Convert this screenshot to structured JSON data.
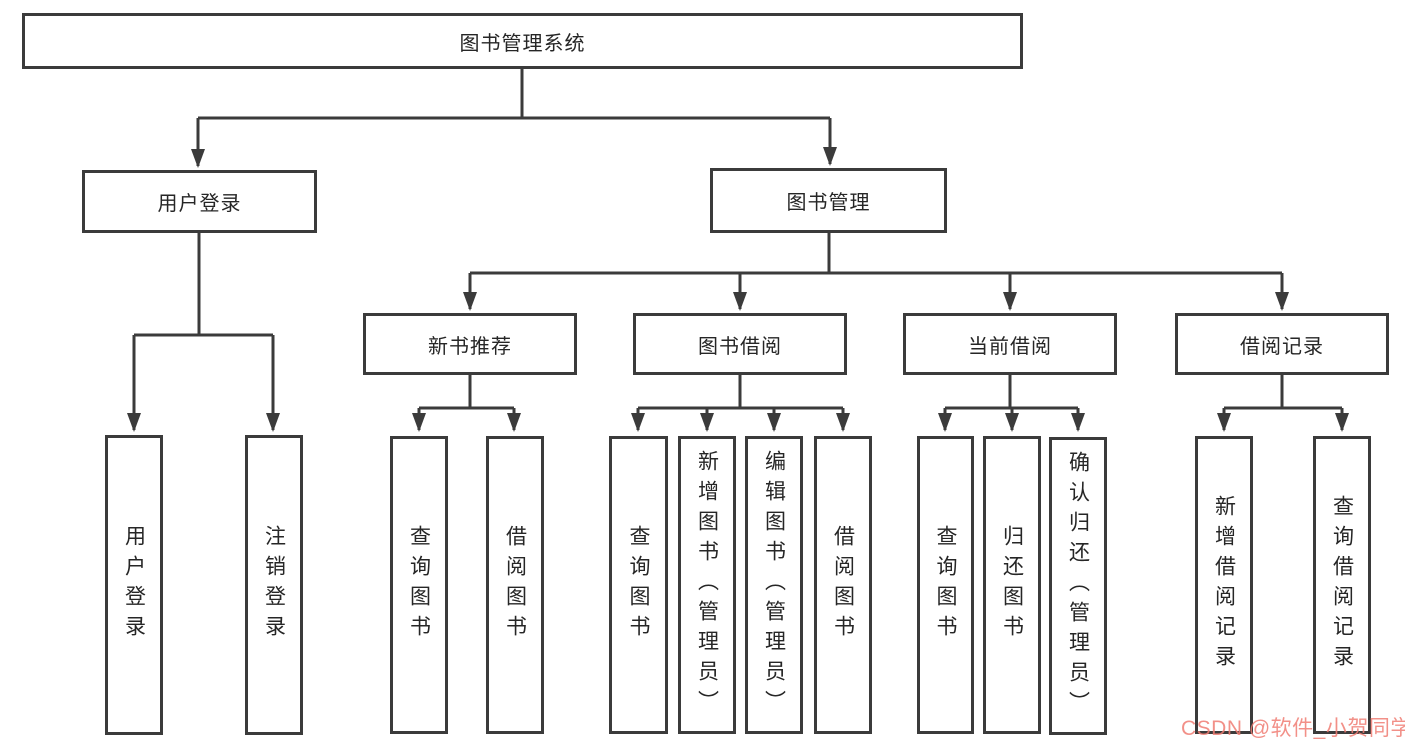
{
  "title": "图书管理系统",
  "branches": {
    "user_login": {
      "label": "用户登录",
      "children": [
        {
          "label": "用户登录"
        },
        {
          "label": "注销登录"
        }
      ]
    },
    "book_mgmt": {
      "label": "图书管理",
      "sections": [
        {
          "label": "新书推荐",
          "children": [
            {
              "label": "查询图书"
            },
            {
              "label": "借阅图书"
            }
          ]
        },
        {
          "label": "图书借阅",
          "children": [
            {
              "label": "查询图书"
            },
            {
              "label": "新增图书（管理员）"
            },
            {
              "label": "编辑图书（管理员）"
            },
            {
              "label": "借阅图书"
            }
          ]
        },
        {
          "label": "当前借阅",
          "children": [
            {
              "label": "查询图书"
            },
            {
              "label": "归还图书"
            },
            {
              "label": "确认归还（管理员）"
            }
          ]
        },
        {
          "label": "借阅记录",
          "children": [
            {
              "label": "新增借阅记录"
            },
            {
              "label": "查询借阅记录"
            }
          ]
        }
      ]
    }
  },
  "watermark": {
    "text": "CSDN @软件_小贺同学",
    "color": "#f07d73"
  },
  "colors": {
    "line": "#3b3b3b",
    "box_border": "#3b3b3b",
    "text": "#262626",
    "background": "#ffffff"
  }
}
